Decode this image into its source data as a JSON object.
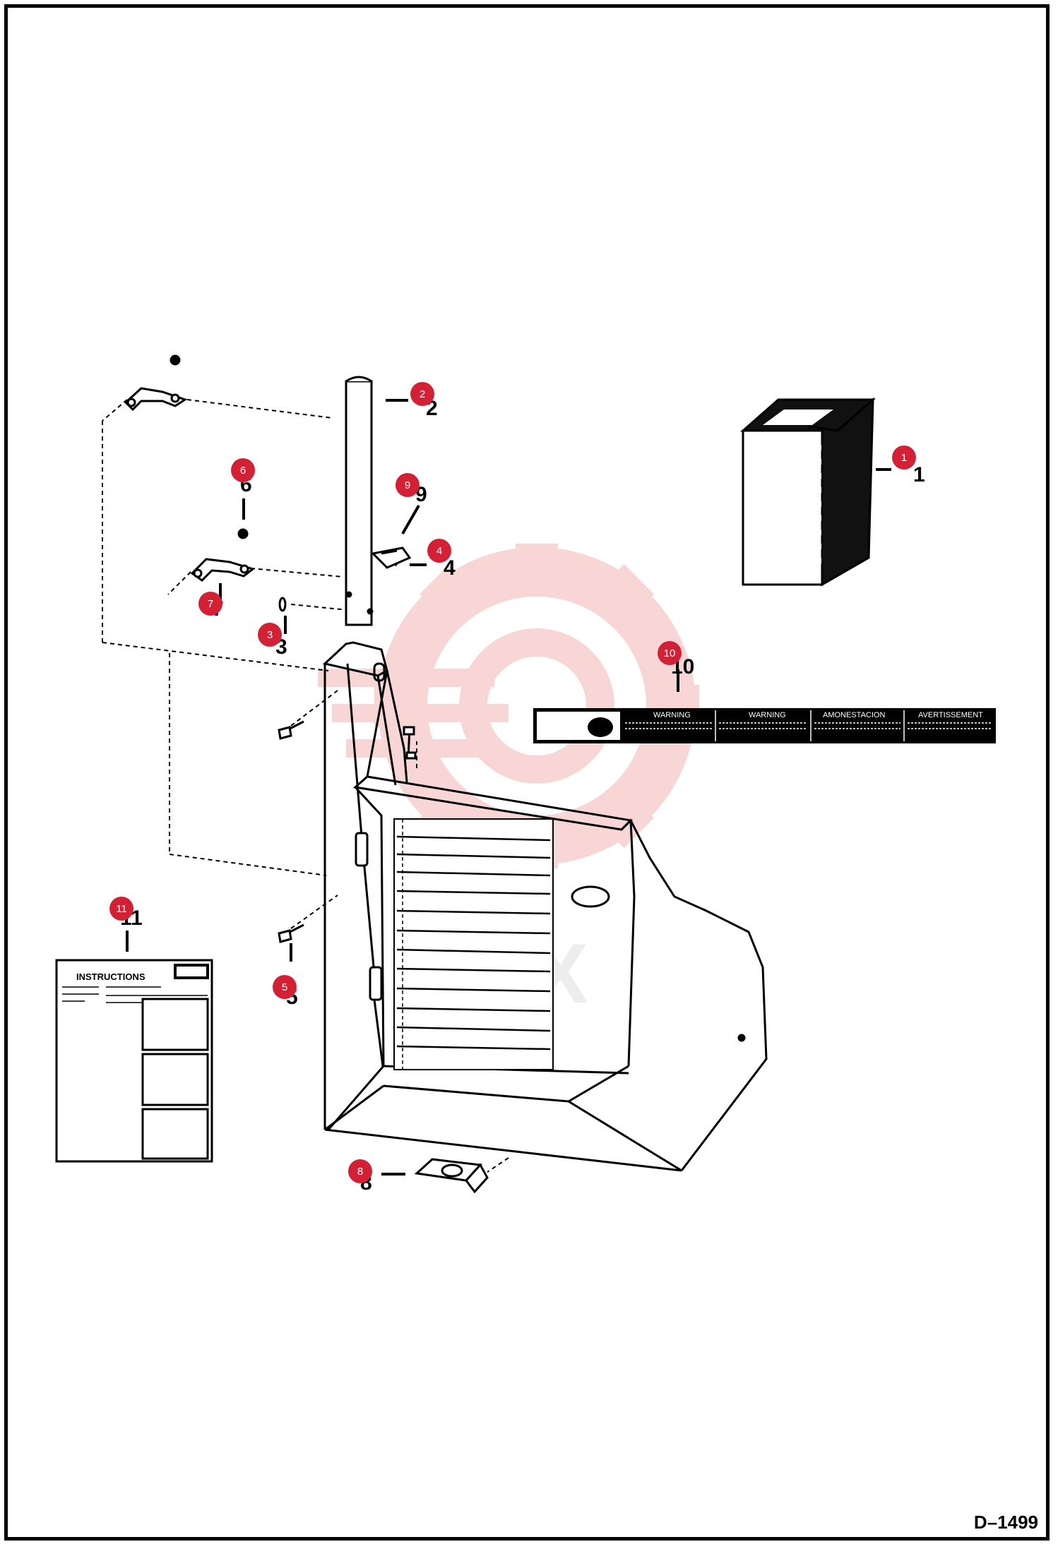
{
  "diagram": {
    "page_code": "D–1499",
    "watermark_text": "TEX",
    "callouts": [
      {
        "id": "1",
        "label": "1",
        "print": "1"
      },
      {
        "id": "2",
        "label": "2",
        "print": "2"
      },
      {
        "id": "3",
        "label": "3",
        "print": "3"
      },
      {
        "id": "4",
        "label": "4",
        "print": "4"
      },
      {
        "id": "5",
        "label": "5",
        "print": "5"
      },
      {
        "id": "6",
        "label": "6",
        "print": "6"
      },
      {
        "id": "7",
        "label": "7",
        "print": "7"
      },
      {
        "id": "8",
        "label": "8",
        "print": "8"
      },
      {
        "id": "9",
        "label": "9",
        "print": "9"
      },
      {
        "id": "10",
        "label": "10",
        "print": "10"
      },
      {
        "id": "11",
        "label": "11",
        "print": "11"
      }
    ],
    "decal": {
      "panels": [
        "WARNING",
        "WARNING",
        "AMONESTACION",
        "AVERTISSEMENT"
      ]
    },
    "instructions_card": {
      "title": "INSTRUCTIONS"
    },
    "colors": {
      "callout_fill": "#d42035",
      "watermark": "#f5b6b6",
      "ink": "#000000"
    }
  }
}
